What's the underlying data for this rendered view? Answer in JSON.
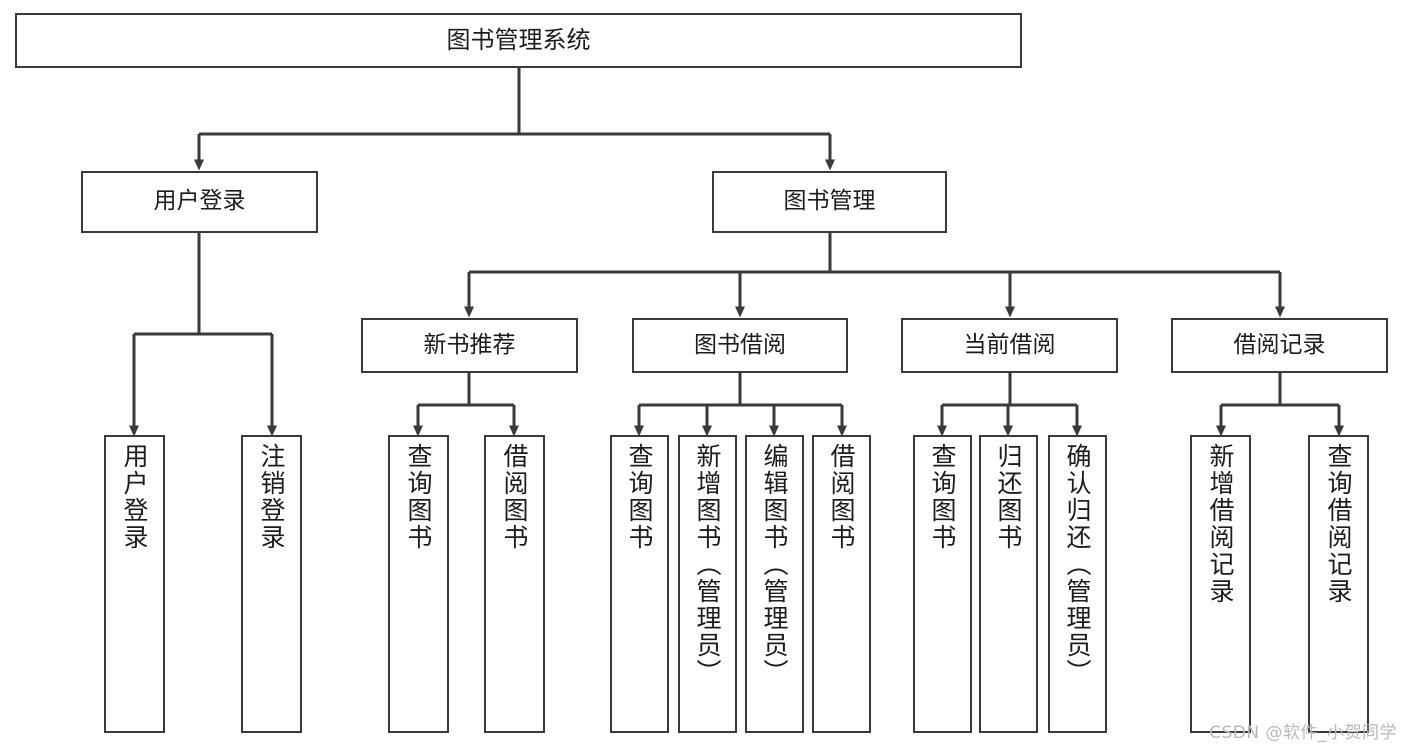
{
  "diagram": {
    "title": "图书管理系统",
    "type": "tree-hierarchy",
    "root": {
      "label": "图书管理系统"
    },
    "level1": [
      {
        "label": "用户登录"
      },
      {
        "label": "图书管理"
      }
    ],
    "level2": [
      {
        "label": "新书推荐"
      },
      {
        "label": "图书借阅"
      },
      {
        "label": "当前借阅"
      },
      {
        "label": "借阅记录"
      }
    ],
    "leaves": {
      "user_login": [
        {
          "label": "用户登录"
        },
        {
          "label": "注销登录"
        }
      ],
      "new_book_recommend": [
        {
          "label": "查询图书"
        },
        {
          "label": "借阅图书"
        }
      ],
      "book_borrow": [
        {
          "label": "查询图书"
        },
        {
          "label": "新增图书（管理员）"
        },
        {
          "label": "编辑图书（管理员）"
        },
        {
          "label": "借阅图书"
        }
      ],
      "current_borrow": [
        {
          "label": "查询图书"
        },
        {
          "label": "归还图书"
        },
        {
          "label": "确认归还（管理员）"
        }
      ],
      "borrow_record": [
        {
          "label": "新增借阅记录"
        },
        {
          "label": "查询借阅记录"
        }
      ]
    }
  },
  "watermark": {
    "text": "CSDN @软件_小贺同学"
  },
  "colors": {
    "stroke": "#3a3a3a",
    "box_fill": "#ffffff",
    "text": "#1c1c1c",
    "watermark": "#b8b8b8"
  }
}
